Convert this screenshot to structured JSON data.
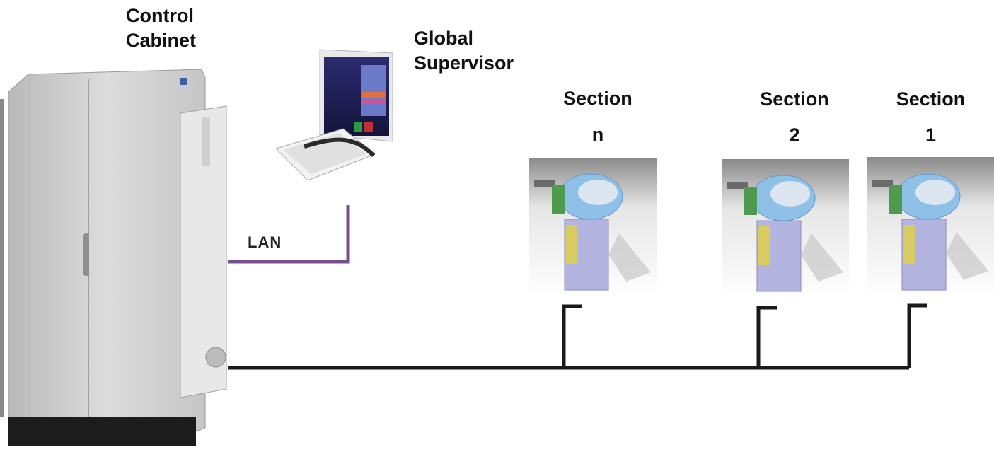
{
  "labels": {
    "control_cabinet": [
      "Control",
      "Cabinet"
    ],
    "global_supervisor": [
      "Global",
      "Supervisor"
    ],
    "lan": "LAN",
    "section_n": [
      "Section",
      "n"
    ],
    "section_2": [
      "Section",
      "2"
    ],
    "section_1": [
      "Section",
      "1"
    ]
  },
  "colors": {
    "lan_line": "#7a4e8c",
    "bus_line": "#1a1a1a",
    "cabinet": "#d6d6d6",
    "section_tile_top": "#8e8e8e"
  }
}
